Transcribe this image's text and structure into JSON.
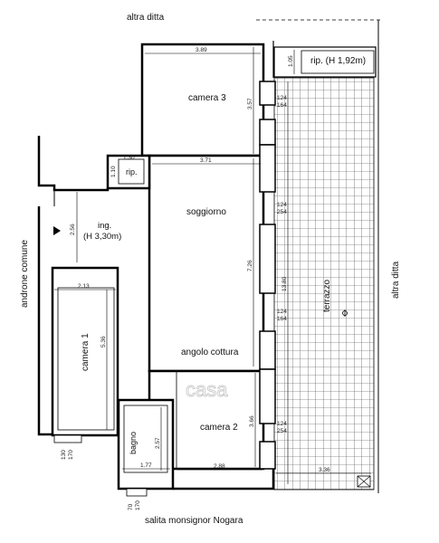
{
  "labels": {
    "top_neighbor": "altra ditta",
    "right_neighbor": "altra ditta",
    "left_side": "androne comune",
    "bottom_street": "salita monsignor Nogara",
    "storage_terrace": "rip. (H 1,92m)",
    "storage_small": "rip.",
    "entrance": "ing.",
    "entrance_height": "(H 3,30m)",
    "watermark": "casa"
  },
  "rooms": {
    "camera3": "camera 3",
    "soggiorno": "soggiorno",
    "camera1": "camera 1",
    "angolo_cottura": "angolo cottura",
    "camera2": "camera 2",
    "bagno": "bagno",
    "terrazzo": "terrazzo"
  },
  "dimensions": {
    "camera3_w": "3.89",
    "camera3_h": "3.57",
    "storage_terrace_h": "1.05",
    "storage_small_w": "1.30",
    "storage_small_h": "1.10",
    "soggiorno_w": "3.71",
    "soggiorno_h": "7.26",
    "entrance_h": "2.56",
    "camera1_w": "2.13",
    "camera1_h": "5.36",
    "camera2_w": "2.88",
    "camera2_h": "3.66",
    "bagno_w": "1.77",
    "bagno_h": "2.57",
    "terrazzo_h": "13.80",
    "terrazzo_w": "3.36",
    "win1_a": "124",
    "win1_b": "164",
    "win2_a": "124",
    "win2_b": "254",
    "win3_a": "124",
    "win3_b": "164",
    "win4_a": "124",
    "win4_b": "254",
    "door1_a": "130",
    "door1_b": "170",
    "door2_a": "70",
    "door2_b": "170"
  }
}
